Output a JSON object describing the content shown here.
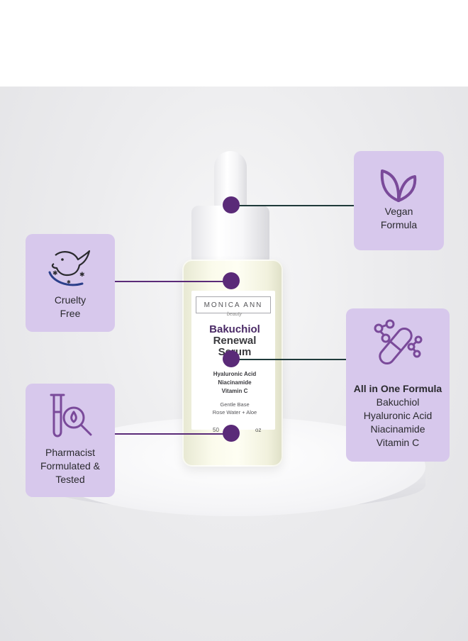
{
  "colors": {
    "card_bg": "#d7c8ec",
    "accent_purple": "#5a2a78",
    "connector_dark": "#1f3a3a",
    "icon_purple": "#7a4a9a"
  },
  "product": {
    "brand": "MONICA ANN",
    "brand_sub": "beauty",
    "name_line1": "Bakuchiol",
    "name_line2": "Renewal",
    "name_line3": "Serum",
    "ingredients": [
      "Hyaluronic Acid",
      "Niacinamide",
      "Vitamin C"
    ],
    "base_line1": "Gentle Base",
    "base_line2": "Rose Water + Aloe",
    "volume_left": "50",
    "volume_right": "oz"
  },
  "features": {
    "vegan": {
      "icon": "leaf-icon",
      "line1": "Vegan",
      "line2": "Formula"
    },
    "cruelty": {
      "icon": "leaping-bunny-icon",
      "line1": "Cruelty",
      "line2": "Free"
    },
    "formula": {
      "icon": "molecule-capsule-icon",
      "title": "All in One Formula",
      "items": [
        "Bakuchiol",
        "Hyaluronic Acid",
        "Niacinamide",
        "Vitamin C"
      ]
    },
    "pharma": {
      "icon": "test-tube-magnifier-icon",
      "line1": "Pharmacist",
      "line2": "Formulated &",
      "line3": "Tested"
    }
  }
}
